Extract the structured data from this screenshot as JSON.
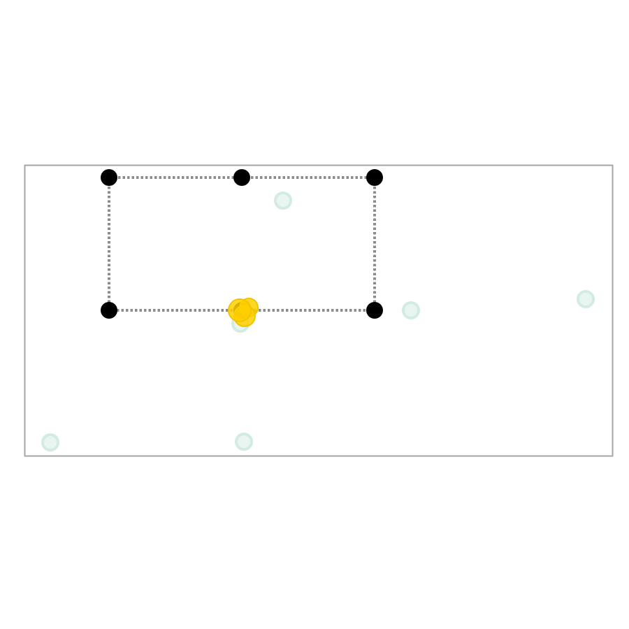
{
  "colors": {
    "background": "#ffffff",
    "frame_stroke": "#a6a6a6",
    "edge_stroke": "#8c8c8c",
    "node_fill": "#000000",
    "ghost_fill": "#e8f5f0",
    "ghost_stroke": "#d2ece3",
    "cluster_fill": "#ffd000",
    "cluster_stroke": "#f2c400"
  },
  "edge_style": "dotted",
  "nodes": [
    {
      "id": "n1",
      "label": ""
    },
    {
      "id": "n2",
      "label": ""
    },
    {
      "id": "n3",
      "label": ""
    },
    {
      "id": "n4",
      "label": ""
    },
    {
      "id": "n5",
      "label": ""
    },
    {
      "id": "n6",
      "label": ""
    }
  ],
  "edges": [
    {
      "from": "n1",
      "to": "n2"
    },
    {
      "from": "n2",
      "to": "n3"
    },
    {
      "from": "n1",
      "to": "n6"
    },
    {
      "from": "n3",
      "to": "n4"
    },
    {
      "from": "n4",
      "to": "n5"
    },
    {
      "from": "n5",
      "to": "n6"
    }
  ],
  "ghost_marker_count": 6,
  "highlight_cluster_count": 3
}
